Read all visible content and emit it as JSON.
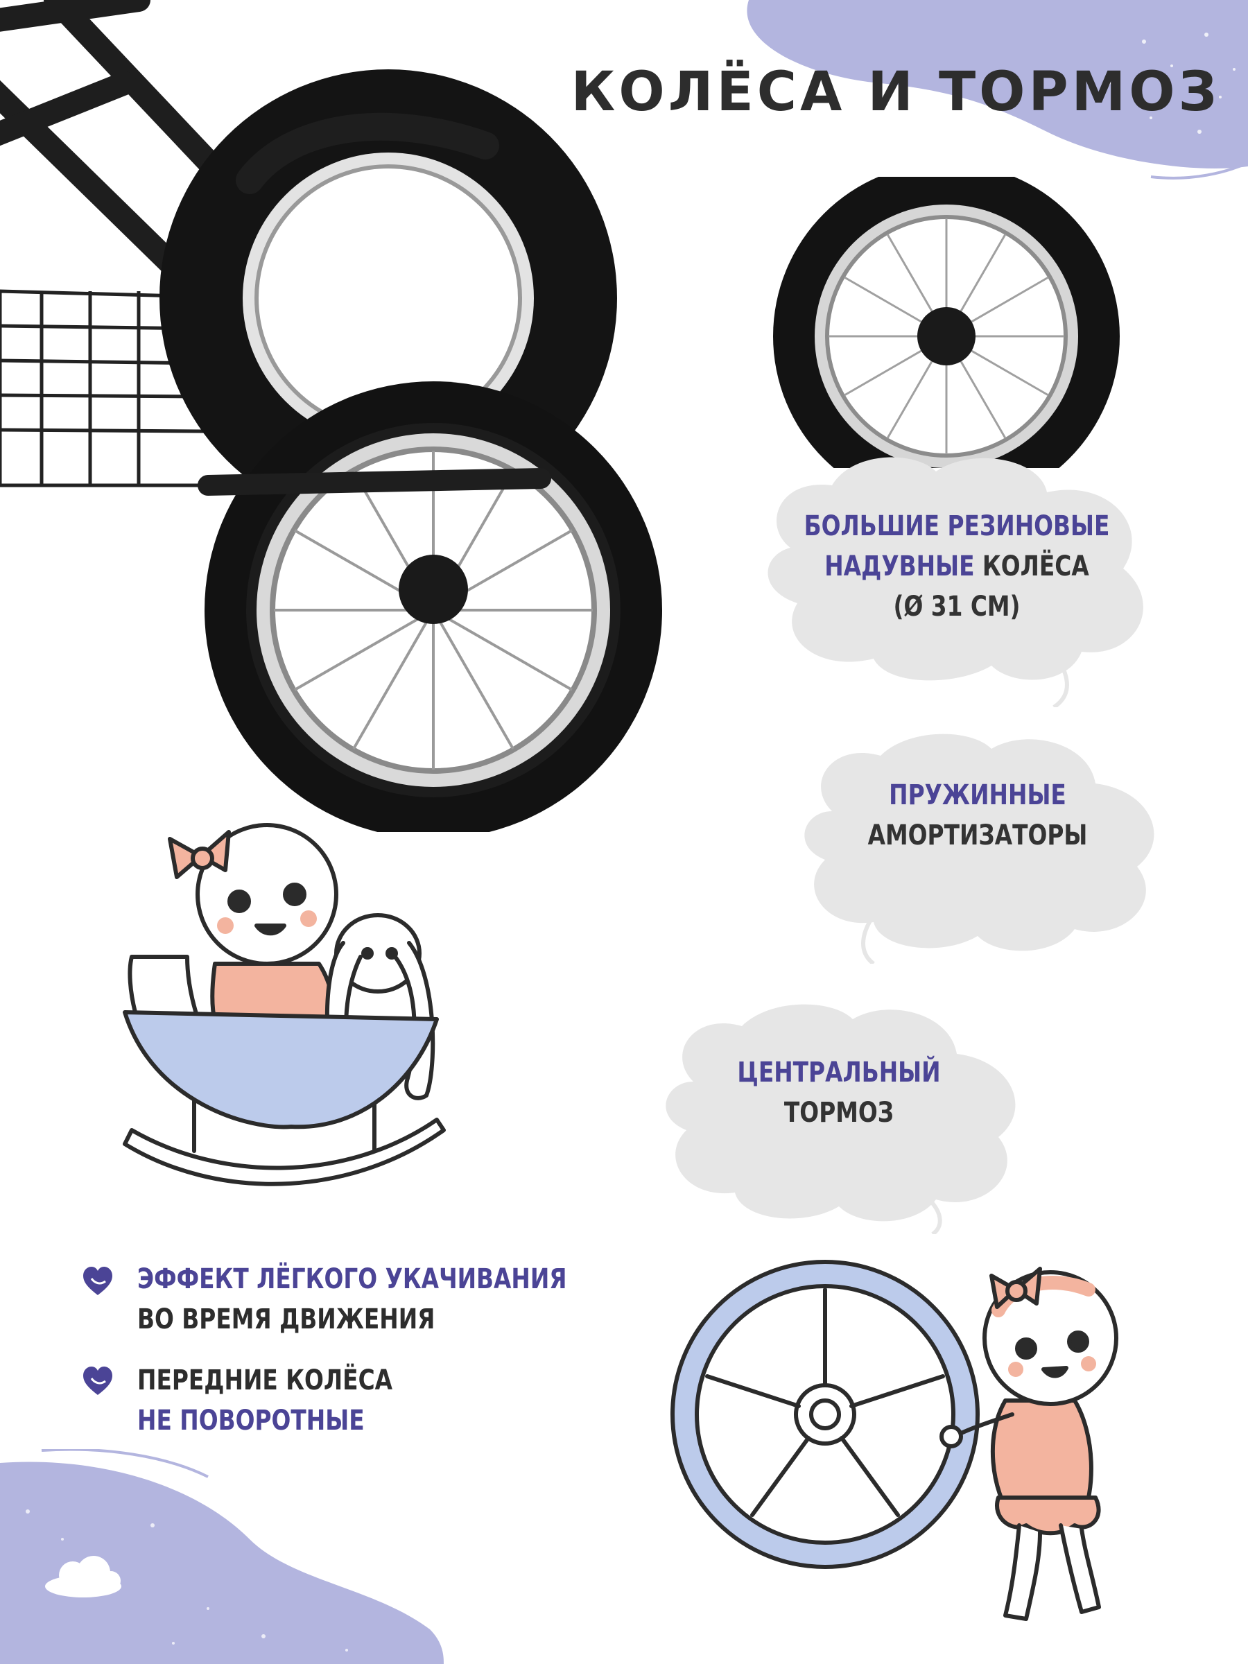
{
  "title": "КОЛЁСА И ТОРМОЗ",
  "colors": {
    "accent_purple": "#4b4496",
    "blob_lavender": "#b3b5df",
    "bubble_gray": "#e6e6e6",
    "text_dark": "#2d2d2d",
    "baby_pink": "#f3b49f",
    "cradle_blue": "#bccbeb"
  },
  "features": [
    {
      "highlight_line1": "БОЛЬШИЕ РЕЗИНОВЫЕ",
      "highlight_line2_part": "НАДУВНЫЕ",
      "plain_line2_part": " КОЛЁСА",
      "plain_line3": "(Ø 31 СМ)"
    },
    {
      "highlight_line1": "ПРУЖИННЫЕ",
      "plain_line2": "АМОРТИЗАТОРЫ"
    },
    {
      "highlight_line1": "ЦЕНТРАЛЬНЫЙ",
      "plain_line2": "ТОРМОЗ"
    }
  ],
  "bullets": [
    {
      "icon": "heart-icon",
      "highlight_line": "ЭФФЕКТ ЛЁГКОГО УКАЧИВАНИЯ",
      "plain_line": "ВО ВРЕМЯ ДВИЖЕНИЯ",
      "highlight_first": true
    },
    {
      "icon": "heart-icon",
      "plain_line": "ПЕРЕДНИЕ КОЛЁСА",
      "highlight_line": "НЕ ПОВОРОТНЫЕ",
      "highlight_first": false
    }
  ]
}
